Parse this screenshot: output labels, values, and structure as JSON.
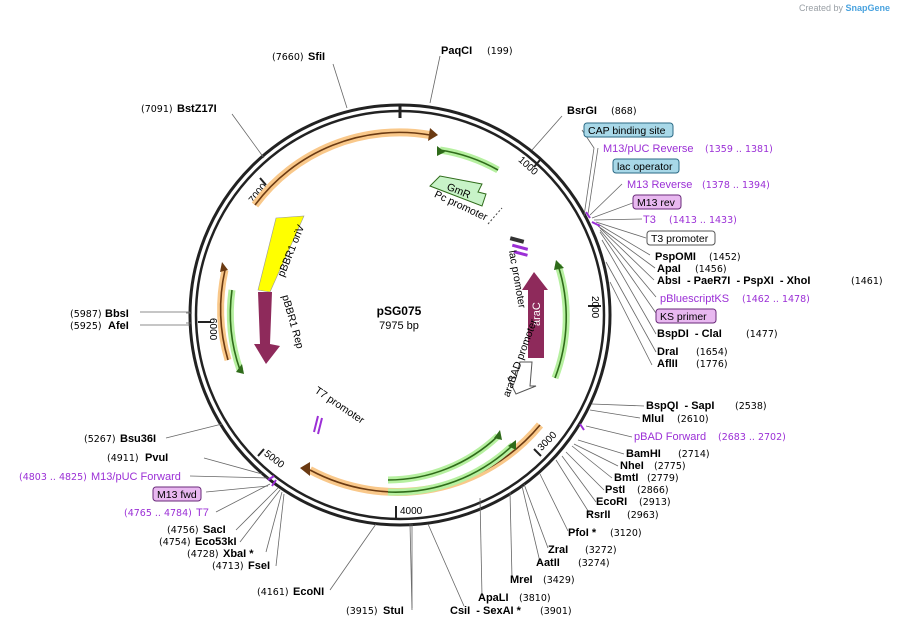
{
  "branding": {
    "created_by": "Created by",
    "app": "SnapGene"
  },
  "plasmid": {
    "name": "pSG075",
    "length": "7975 bp",
    "total_bp": 7975
  },
  "ticks": [
    {
      "bp": 1000,
      "label": "1000"
    },
    {
      "bp": 2000,
      "label": "2000"
    },
    {
      "bp": 3000,
      "label": "3000"
    },
    {
      "bp": 4000,
      "label": "4000"
    },
    {
      "bp": 5000,
      "label": "5000"
    },
    {
      "bp": 6000,
      "label": "6000"
    },
    {
      "bp": 7000,
      "label": "7000"
    }
  ],
  "enzymes": [
    {
      "id": "sfii",
      "name": "SfiI",
      "pos": "(7660)"
    },
    {
      "id": "paqci",
      "name": "PaqCI",
      "pos": "(199)"
    },
    {
      "id": "bstz17i",
      "name": "BstZ17I",
      "pos": "(7091)"
    },
    {
      "id": "bsrgi",
      "name": "BsrGI",
      "pos": "(868)"
    },
    {
      "id": "pspomi",
      "name": "PspOMI",
      "pos": "(1452)"
    },
    {
      "id": "apai",
      "name": "ApaI",
      "pos": "(1456)"
    },
    {
      "id": "absi",
      "name": "AbsI  - PaeR7I  - PspXI  - XhoI",
      "pos": "(1461)"
    },
    {
      "id": "bspdi",
      "name": "BspDI  - ClaI",
      "pos": "(1477)"
    },
    {
      "id": "drai",
      "name": "DraI",
      "pos": "(1654)"
    },
    {
      "id": "aflii",
      "name": "AflII",
      "pos": "(1776)"
    },
    {
      "id": "bbsi",
      "name": "BbsI",
      "pos": "(5987)"
    },
    {
      "id": "afei",
      "name": "AfeI",
      "pos": "(5925)"
    },
    {
      "id": "bspqi",
      "name": "BspQI  - SapI",
      "pos": "(2538)"
    },
    {
      "id": "mlui",
      "name": "MluI",
      "pos": "(2610)"
    },
    {
      "id": "bamhi",
      "name": "BamHI",
      "pos": "(2714)"
    },
    {
      "id": "nhei",
      "name": "NheI",
      "pos": "(2775)"
    },
    {
      "id": "bmti",
      "name": "BmtI",
      "pos": "(2779)"
    },
    {
      "id": "psti",
      "name": "PstI",
      "pos": "(2866)"
    },
    {
      "id": "ecori",
      "name": "EcoRI",
      "pos": "(2913)"
    },
    {
      "id": "rsrii",
      "name": "RsrII",
      "pos": "(2963)"
    },
    {
      "id": "pfoi",
      "name": "PfoI *",
      "pos": "(3120)"
    },
    {
      "id": "zrai",
      "name": "ZraI",
      "pos": "(3272)"
    },
    {
      "id": "aatii",
      "name": "AatII",
      "pos": "(3274)"
    },
    {
      "id": "mrei",
      "name": "MreI",
      "pos": "(3429)"
    },
    {
      "id": "apali",
      "name": "ApaLI",
      "pos": "(3810)"
    },
    {
      "id": "csii",
      "name": "CsiI  - SexAI *",
      "pos": "(3901)"
    },
    {
      "id": "stui",
      "name": "StuI",
      "pos": "(3915)"
    },
    {
      "id": "econi",
      "name": "EcoNI",
      "pos": "(4161)"
    },
    {
      "id": "bsu36i",
      "name": "Bsu36I",
      "pos": "(5267)"
    },
    {
      "id": "pvui",
      "name": "PvuI",
      "pos": "(4911)"
    },
    {
      "id": "saci",
      "name": "SacI",
      "pos": "(4756)"
    },
    {
      "id": "eco53ki",
      "name": "Eco53kI",
      "pos": "(4754)"
    },
    {
      "id": "xbai",
      "name": "XbaI *",
      "pos": "(4728)"
    },
    {
      "id": "fsei",
      "name": "FseI",
      "pos": "(4713)"
    }
  ],
  "features": [
    {
      "id": "m13puc-rev",
      "name": "M13/pUC Reverse",
      "pos": "(1359 .. 1381)"
    },
    {
      "id": "m13-reverse",
      "name": "M13 Reverse",
      "pos": "(1378 .. 1394)"
    },
    {
      "id": "t3",
      "name": "T3",
      "pos": "(1413 .. 1433)"
    },
    {
      "id": "pbluescriptks",
      "name": "pBluescriptKS",
      "pos": "(1462 .. 1478)"
    },
    {
      "id": "pbad-forward",
      "name": "pBAD Forward",
      "pos": "(2683 .. 2702)"
    },
    {
      "id": "m13puc-fwd",
      "name": "M13/pUC Forward",
      "pos": "(4803 .. 4825)"
    },
    {
      "id": "t7",
      "name": "T7",
      "pos": "(4765 .. 4784)"
    }
  ],
  "boxed_features": [
    {
      "id": "cap",
      "name": "CAP binding site",
      "style": "blue"
    },
    {
      "id": "lacop",
      "name": "lac operator",
      "style": "blue"
    },
    {
      "id": "m13rev",
      "name": "M13 rev",
      "style": "purple"
    },
    {
      "id": "t3prom",
      "name": "T3 promoter",
      "style": "white"
    },
    {
      "id": "ksprimer",
      "name": "KS primer",
      "style": "purple"
    },
    {
      "id": "m13fwd",
      "name": "M13 fwd",
      "style": "purple"
    }
  ],
  "inner_labels": {
    "gmr": "GmR",
    "pc_promoter": "Pc promoter",
    "lac_promoter": "lac promoter",
    "arac": "araC",
    "arabad_promoter": "araBAD promoter",
    "t7_promoter": "T7 promoter",
    "pbbr1_oriv": "pBBR1 oriV",
    "pbbr1_rep": "pBBR1 Rep"
  },
  "colors": {
    "backbone": "#222222",
    "orange_arc": "#f6b26b",
    "green_arc": "#6aa84f",
    "gmr": "#c8f3c8",
    "arac": "#8e2a5b",
    "oriv": "#ffff00",
    "rep": "#8e2a5b",
    "feature_text": "#9b2fd6",
    "blue_box": "#a8d8e8",
    "purple_box": "#e8b8f0"
  }
}
